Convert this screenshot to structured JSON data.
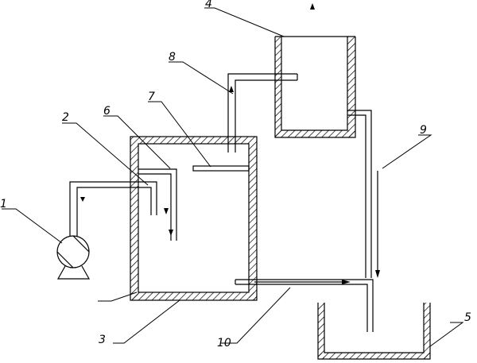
{
  "labels": {
    "pump": "1",
    "inlet_pipe": "2",
    "main_tank": "3",
    "upper_tank": "4",
    "lower_tank": "5",
    "vertical_pipe": "6",
    "plate": "7",
    "riser_pipe": "8",
    "down_pipe": "9",
    "outlet_pipe": "10"
  },
  "colors": {
    "line": "#000000",
    "background": "#ffffff"
  }
}
